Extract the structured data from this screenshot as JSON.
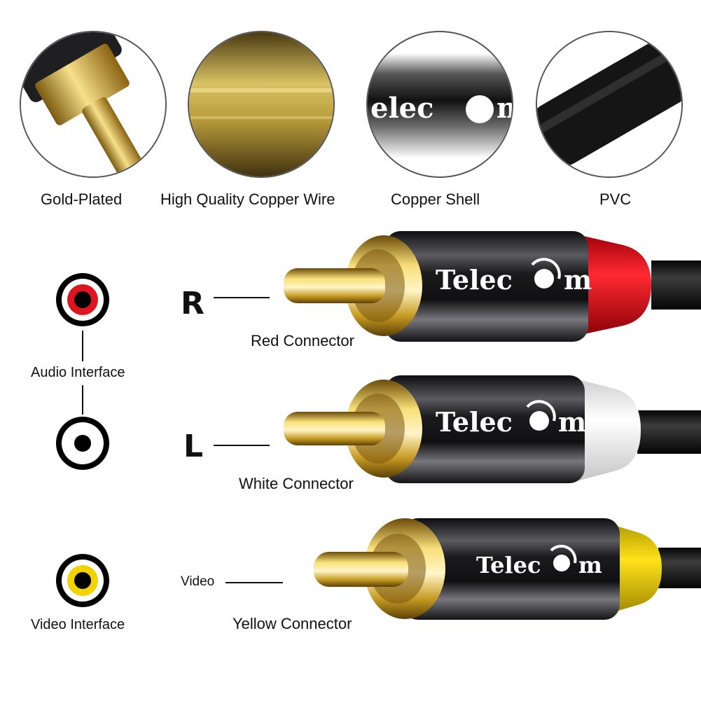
{
  "features": [
    {
      "label": "Gold-Plated",
      "icon": "gold-plated-pin-closeup"
    },
    {
      "label": "High Quality Copper Wire",
      "icon": "copper-wire-closeup"
    },
    {
      "label": "Copper Shell",
      "icon": "metal-shell-closeup"
    },
    {
      "label": "PVC",
      "icon": "pvc-jacket-closeup"
    }
  ],
  "brand": {
    "text_left": "Telec",
    "text_right": "m"
  },
  "channels": {
    "right_letter": "R",
    "left_letter": "L",
    "video_label": "Video"
  },
  "connectors": {
    "red": "Red Connector",
    "white": "White Connector",
    "yellow": "Yellow Connector"
  },
  "interfaces": {
    "audio": "Audio Interface",
    "video": "Video Interface"
  },
  "colors": {
    "red": "#e0141e",
    "white": "#ffffff",
    "yellow": "#f2d300",
    "gold": "#d4a92a",
    "shell": "#2a2a2e"
  }
}
